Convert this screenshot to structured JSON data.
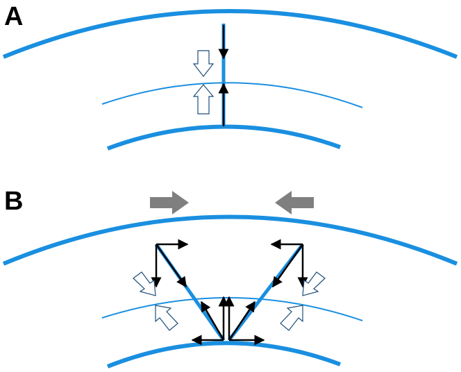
{
  "panels": [
    {
      "id": "A",
      "label": "A"
    },
    {
      "id": "B",
      "label": "B"
    }
  ],
  "colors": {
    "membrane": "#1a8fe0",
    "force_arrow": "#000000",
    "hollow_arrow_stroke": "#1f4e79",
    "hollow_arrow_fill": "#ffffff",
    "gray_arrow": "#7f7f7f",
    "background": "#ffffff"
  },
  "icons": {
    "force_vector": "black-line-arrow",
    "displacement": "hollow-block-arrow",
    "sliding": "gray-block-arrow"
  }
}
